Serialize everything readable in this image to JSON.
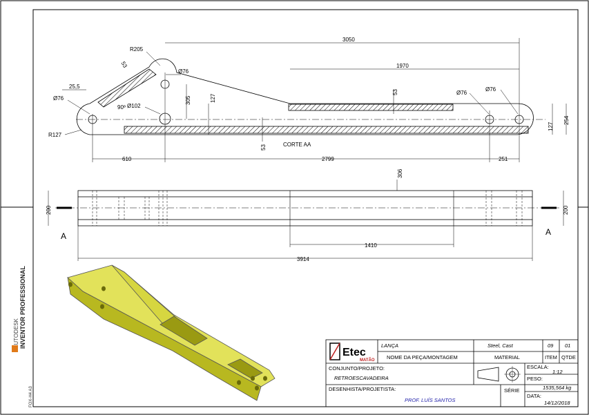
{
  "side_brand": {
    "company": "AUTODESK",
    "product": "INVENTOR PROFESSIONAL",
    "sheet_code": "FOX-H4 A3"
  },
  "dims": {
    "d3050": "3050",
    "d1970": "1970",
    "r205": "R205",
    "d76_top": "Ø76",
    "d53_rib": "53",
    "d25_5": "25,5",
    "d76_left": "Ø76",
    "d90": "90º",
    "d102": "Ø102",
    "d305": "305",
    "d127": "127",
    "d53_mid": "53",
    "d53_bot": "53",
    "d76_r1": "Ø76",
    "d76_r2": "Ø76",
    "d127_r": "127",
    "d254": "254",
    "r127": "R127",
    "d610": "610",
    "d2799": "2799",
    "d251": "251",
    "section_label": "CORTE AA",
    "d306": "306",
    "d200_l": "200",
    "d200_r": "200",
    "d1410": "1410",
    "d3914": "3914",
    "cut_a_left": "A",
    "cut_a_right": "A"
  },
  "title_block": {
    "logo_text": "Etec",
    "logo_sub": "MATÃO",
    "part_name": "LANÇA",
    "part_name_label": "NOME DA PEÇA/MONTAGEM",
    "material": "Steel, Cast",
    "material_label": "MATERIAL",
    "item": "09",
    "item_label": "ITEM",
    "qty": "01",
    "qty_label": "QTDE",
    "project_label": "CONJUNTO/PROJETO:",
    "project": "RETROESCAVADEIRA",
    "scale_label": "ESCALA:",
    "scale": "1:12",
    "weight_label": "PESO:",
    "weight": "1535,564 kg",
    "designer_label": "DESENHISTA/PROJETISTA:",
    "designer": "PROF. LUÍS SANTOS",
    "series_label": "SÉRIE",
    "date_label": "DATA:",
    "date": "14/12/2018"
  },
  "colors": {
    "part_fill": "#c8c82a",
    "part_dark": "#8a8a10",
    "part_light": "#e2e25a",
    "link_blue": "#2222aa"
  }
}
